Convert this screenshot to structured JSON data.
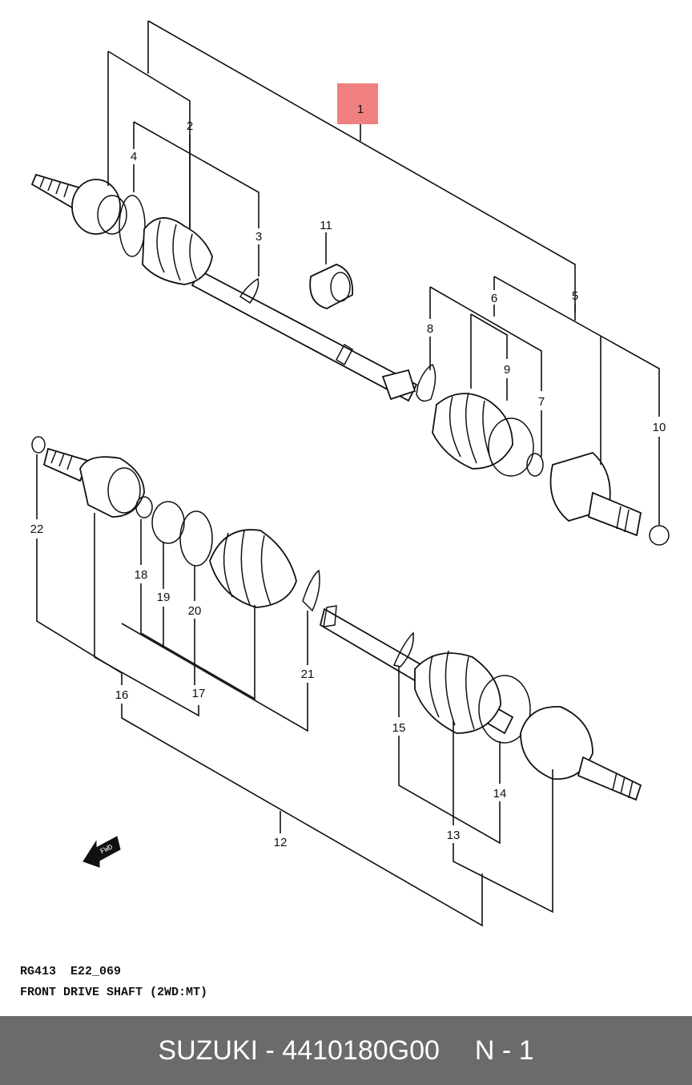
{
  "callouts": {
    "c1": "1",
    "c2": "2",
    "c3": "3",
    "c4": "4",
    "c5": "5",
    "c6": "6",
    "c7": "7",
    "c8": "8",
    "c9": "9",
    "c10": "10",
    "c11": "11",
    "c12": "12",
    "c13": "13",
    "c14": "14",
    "c15": "15",
    "c16": "16",
    "c17": "17",
    "c18": "18",
    "c19": "19",
    "c20": "20",
    "c21": "21",
    "c22": "22"
  },
  "highlight_color": "#f08080",
  "caption": {
    "code": "RG413  E22_069",
    "title": "FRONT DRIVE SHAFT (2WD:MT)"
  },
  "footer": {
    "brand_part": "SUZUKI - 4410180G00",
    "page": "N - 1"
  },
  "icons": {
    "front_arrow": "fwd-arrow-icon"
  }
}
